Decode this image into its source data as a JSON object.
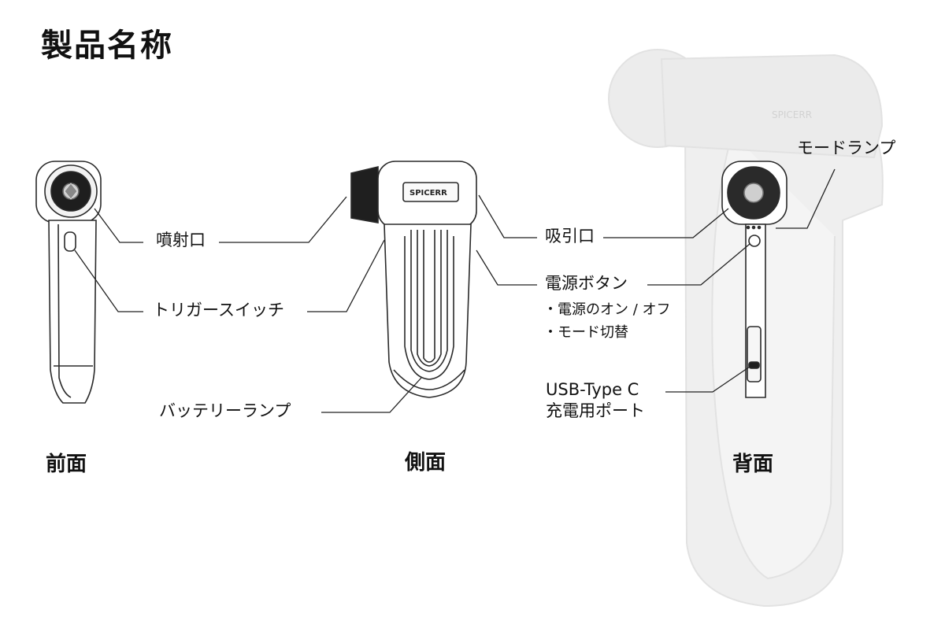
{
  "title": "製品名称",
  "views": {
    "front": "前面",
    "side": "側面",
    "back": "背面"
  },
  "callouts": {
    "nozzle": "噴射口",
    "trigger_switch": "トリガースイッチ",
    "battery_lamp": "バッテリーランプ",
    "intake": "吸引口",
    "power_button": "電源ボタン",
    "power_button_details": [
      "・電源のオン / オフ",
      "・モード切替"
    ],
    "mode_lamp": "モードランプ",
    "usb_port_line1": "USB-Type C",
    "usb_port_line2": "充電用ポート"
  },
  "brand_marks": {
    "side": "SPICERR",
    "back": "SPICERR"
  },
  "colors": {
    "ink": "#111111",
    "outline": "#2a2a2a",
    "ghost": "#e8e8e8"
  }
}
